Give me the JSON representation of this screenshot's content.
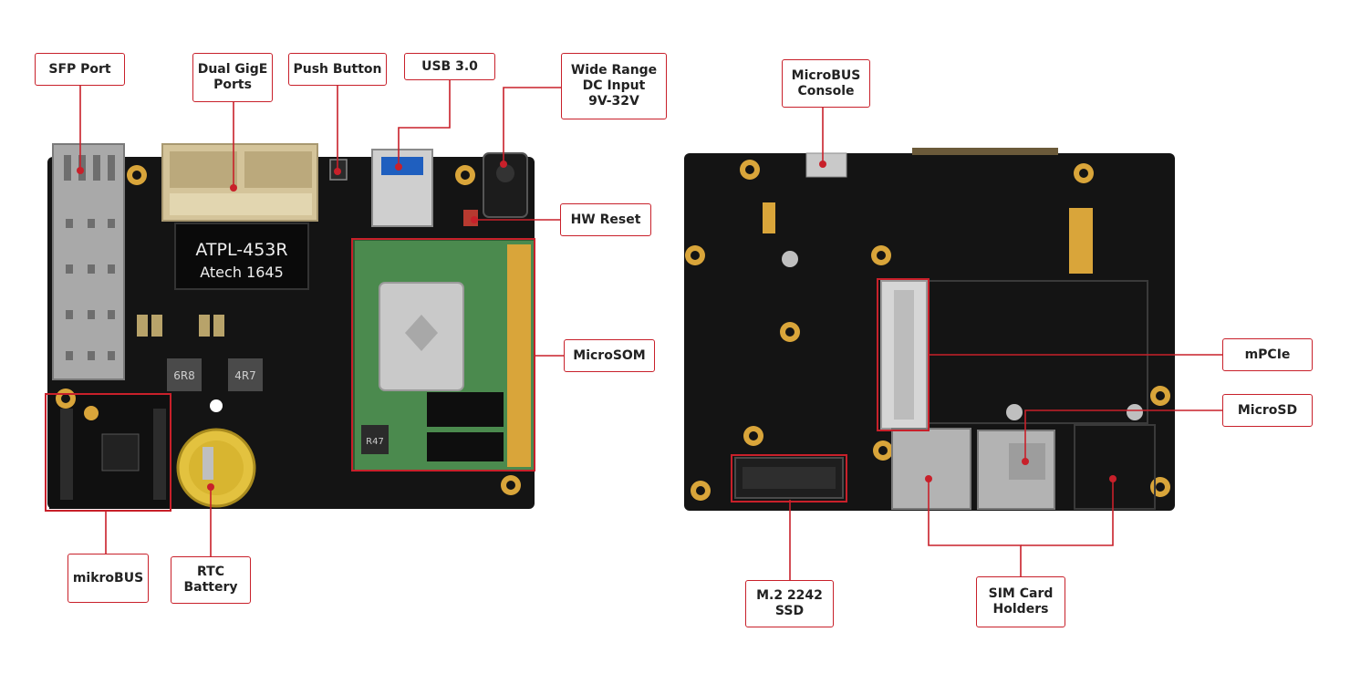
{
  "labels": {
    "sfp_port": "SFP Port",
    "dual_gige": "Dual GigE\nPorts",
    "push_button": "Push Button",
    "usb3": "USB 3.0",
    "wide_range_dc": "Wide Range\nDC Input\n9V-32V",
    "hw_reset": "HW Reset",
    "microsom": "MicroSOM",
    "mikrobus": "mikroBUS",
    "rtc_battery": "RTC\nBattery",
    "microbus_console": "MicroBUS\nConsole",
    "mpcie": "mPCIe",
    "microsd": "MicroSD",
    "m2_ssd": "M.2 2242\nSSD",
    "sim_holders": "SIM Card\nHolders"
  },
  "board_text": {
    "chip_line1": "ATPL-453R",
    "chip_line2": "Atech 1645",
    "inductor_1": "6R8",
    "inductor_2": "4R7",
    "inductor_3": "R47"
  },
  "colors": {
    "accent": "#c8202a",
    "pcb": "#141414",
    "gold": "#d9a53a",
    "som_green": "#4b8a4e",
    "silver": "#c9c9c9"
  }
}
